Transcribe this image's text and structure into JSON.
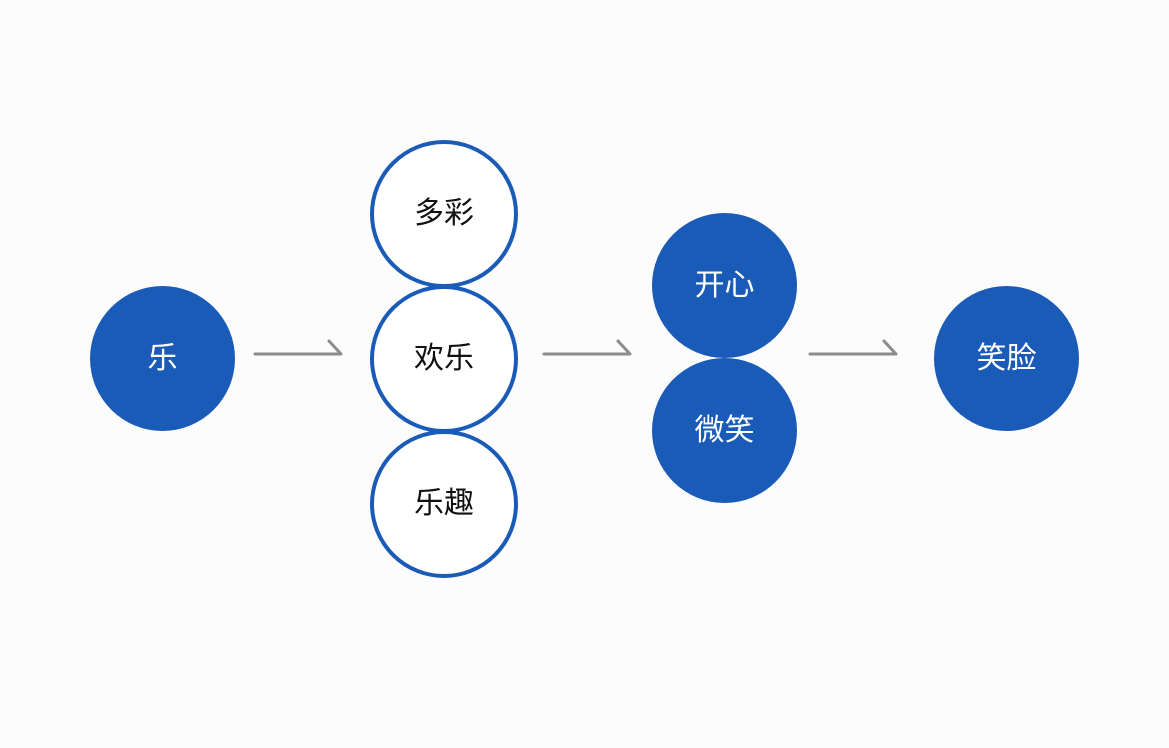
{
  "colors": {
    "primary": "#1a5bb8",
    "arrow": "#8c8c8c",
    "background": "#fcfcfd",
    "outline_text": "#111111",
    "filled_text": "#ffffff"
  },
  "diagram": {
    "source": {
      "label": "乐"
    },
    "group1": [
      {
        "label": "多彩"
      },
      {
        "label": "欢乐"
      },
      {
        "label": "乐趣"
      }
    ],
    "group2": [
      {
        "label": "开心"
      },
      {
        "label": "微笑"
      }
    ],
    "result": {
      "label": "笑脸"
    },
    "arrows": [
      {
        "from": "source",
        "to": "group1"
      },
      {
        "from": "group1",
        "to": "group2"
      },
      {
        "from": "group2",
        "to": "result"
      }
    ]
  }
}
